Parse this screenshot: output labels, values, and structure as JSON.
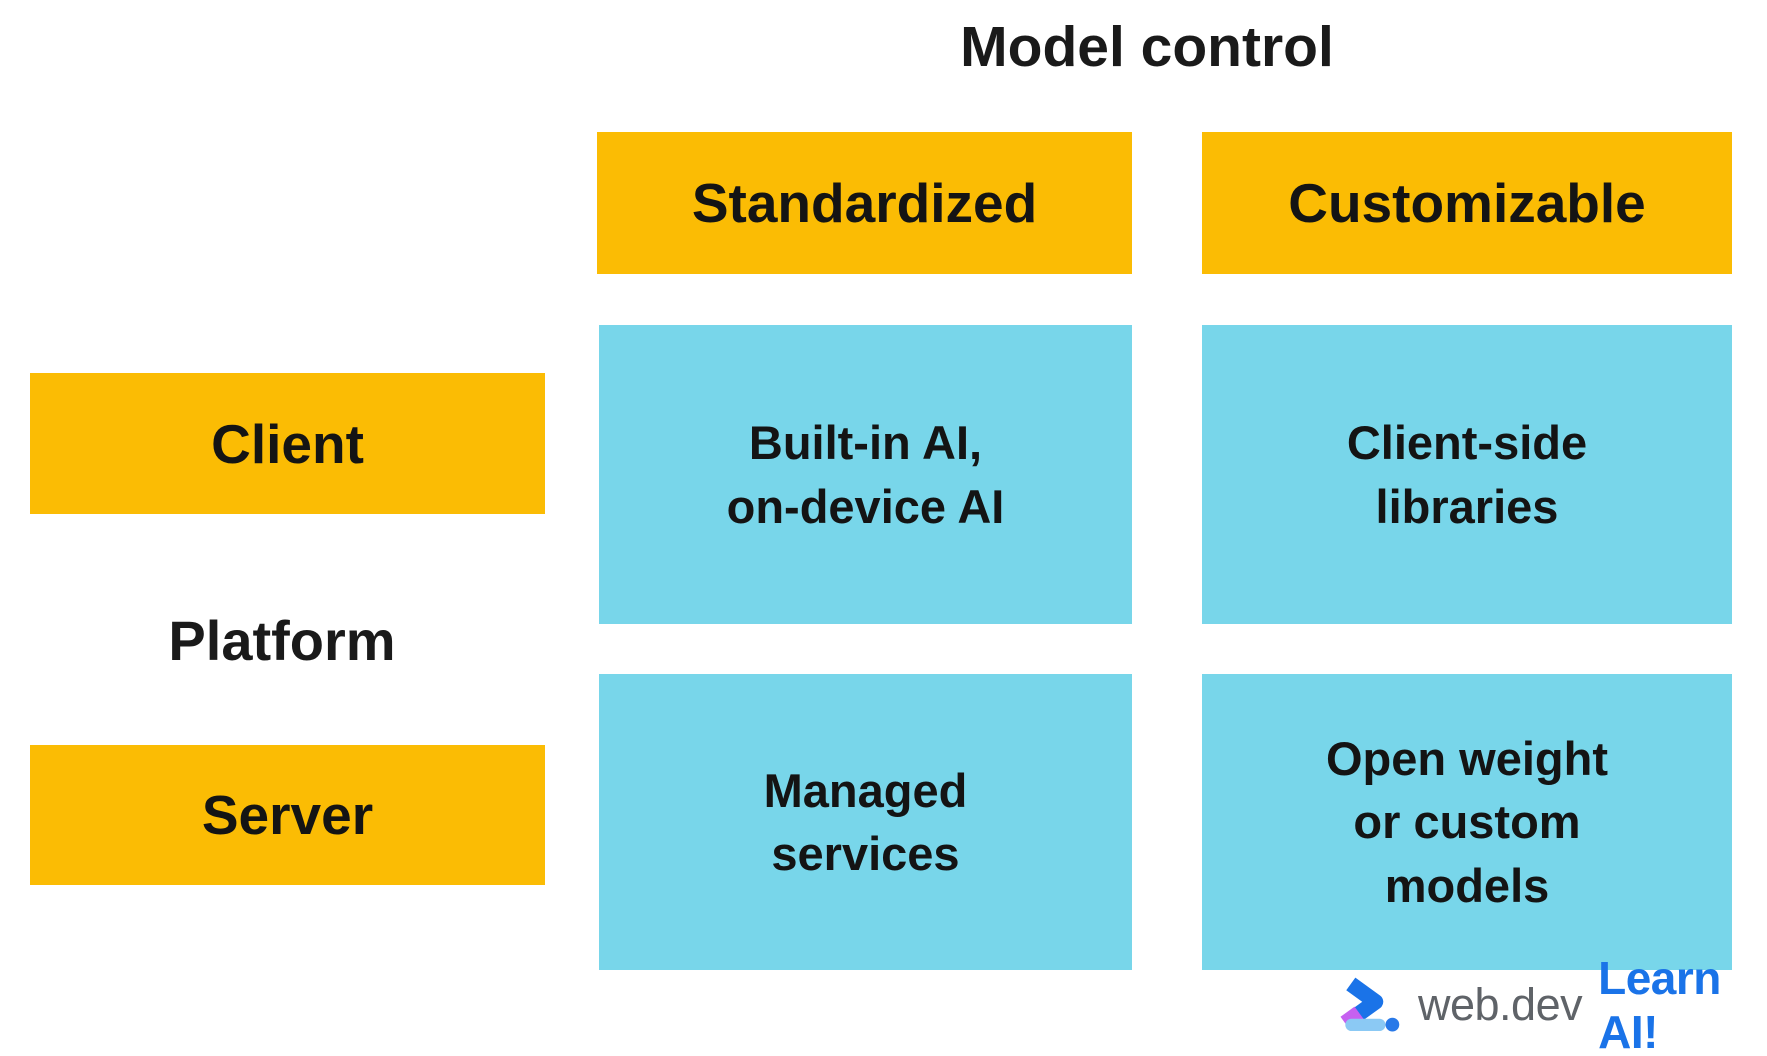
{
  "title": "Model control",
  "matrix": {
    "column_axis_label": "Model control",
    "row_axis_label": "Platform",
    "columns": [
      {
        "label": "Standardized"
      },
      {
        "label": "Customizable"
      }
    ],
    "rows": [
      {
        "label": "Client"
      },
      {
        "label": "Server"
      }
    ],
    "cells": [
      {
        "row": "Client",
        "column": "Standardized",
        "text": "Built-in AI,\non-device AI"
      },
      {
        "row": "Client",
        "column": "Customizable",
        "text": "Client-side\nlibraries"
      },
      {
        "row": "Server",
        "column": "Standardized",
        "text": "Managed\nservices"
      },
      {
        "row": "Server",
        "column": "Customizable",
        "text": "Open weight\nor custom\nmodels"
      }
    ]
  },
  "footer": {
    "brand": "web.dev",
    "campaign": "Learn AI!",
    "logo_icon": "webdev-chevron-icon"
  },
  "colors": {
    "header_yellow": "#FBBC04",
    "cell_blue": "#78D6EA",
    "text_black": "#141414",
    "brand_gray": "#5F6368",
    "accent_blue": "#1A73E8",
    "logo_purple": "#C661F0",
    "logo_light_blue": "#8BC9F4",
    "logo_dot_blue": "#2979E8"
  }
}
